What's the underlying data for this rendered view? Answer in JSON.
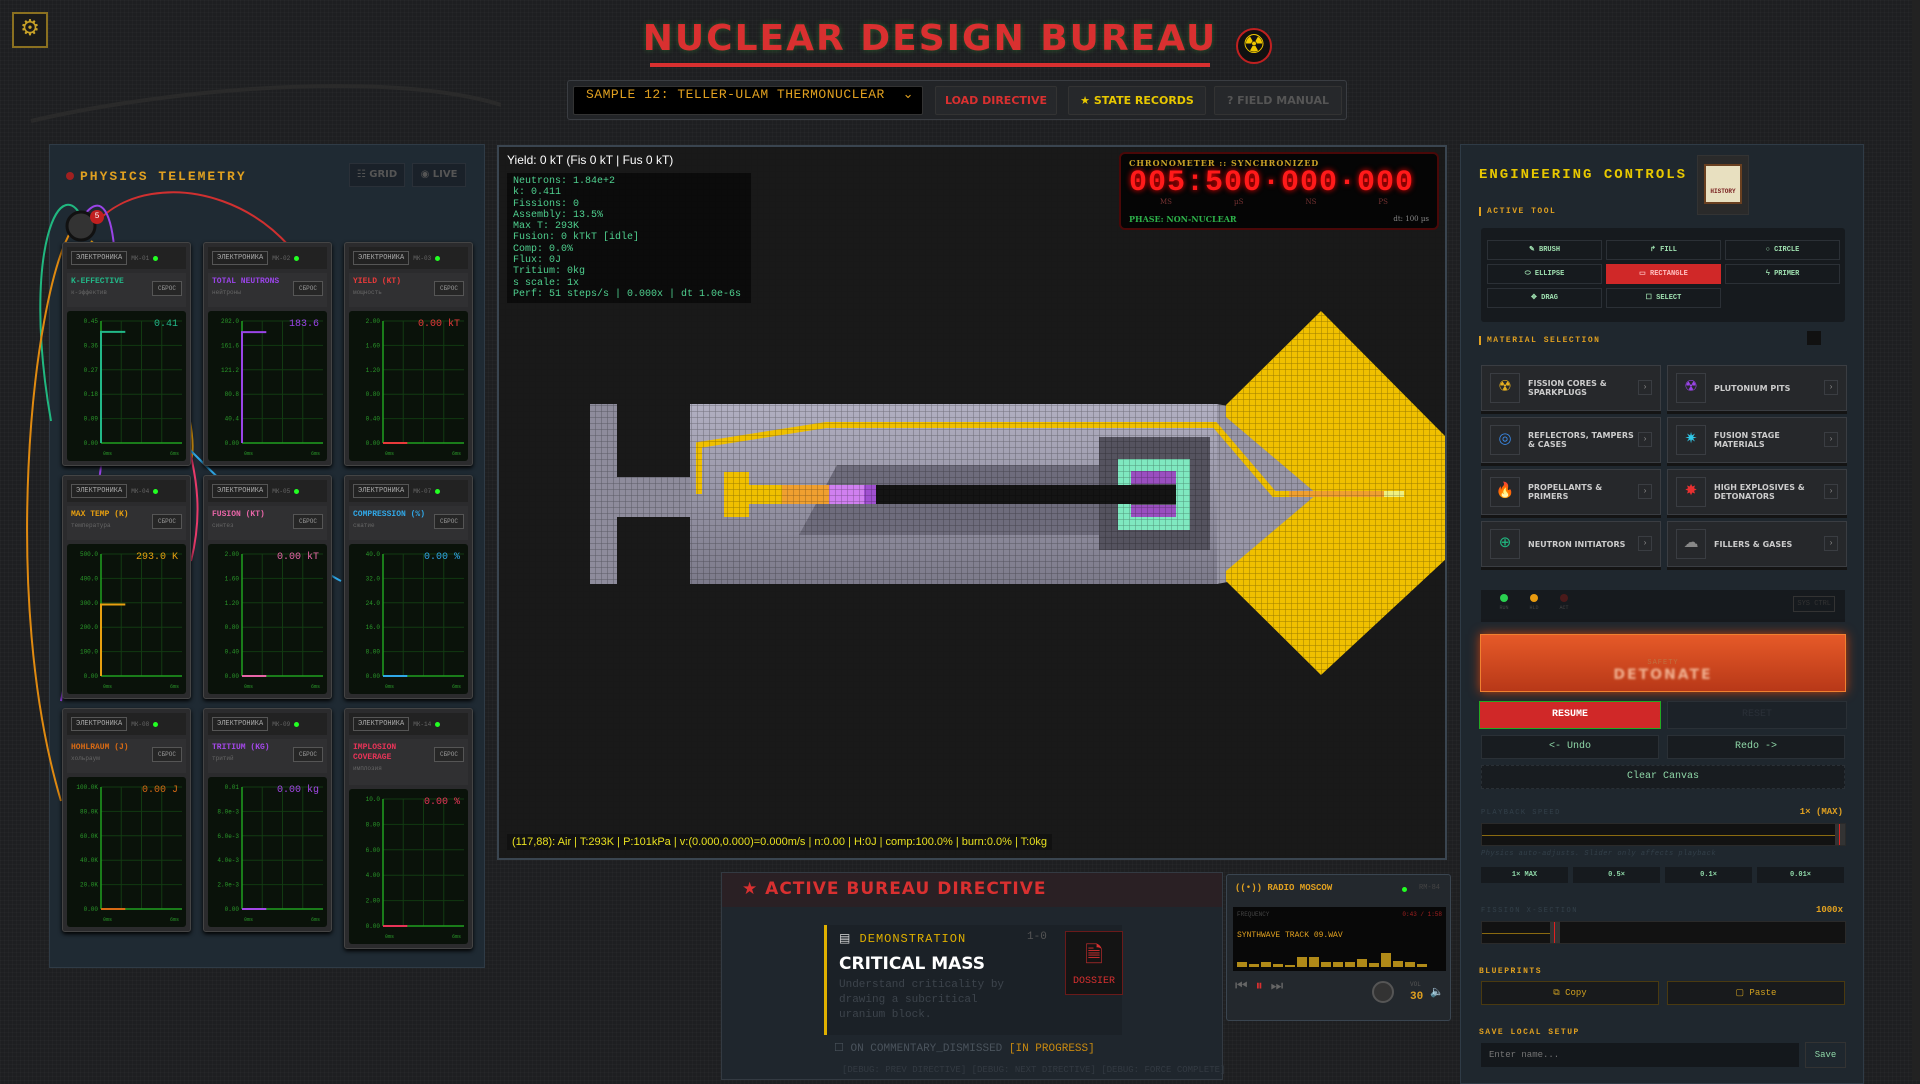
{
  "header": {
    "title": "NUCLEAR DESIGN BUREAU",
    "settings_icon": "gear-icon",
    "logo_icon": "radiation-icon"
  },
  "toolbar": {
    "sample_select": "SAMPLE 12: TELLER-ULAM THERMONUCLEAR",
    "load_directive": "LOAD DIRECTIVE",
    "state_records": "★ STATE RECORDS",
    "field_manual": "? FIELD MANUAL"
  },
  "telemetry": {
    "title": "PHYSICS TELEMETRY",
    "grid_label": "☷ GRID",
    "live_label": "◉ LIVE",
    "knob_badge": "5",
    "modules": [
      {
        "brand": "ЭЛЕКТРОНИКА",
        "model": "МК-01",
        "title": "K-EFFECTIVE",
        "sub": "к-эффектив",
        "reset": "СБРОС",
        "value": "0.41",
        "color": "#22b888",
        "ticks": [
          "0.45",
          "0.36",
          "0.27",
          "0.18",
          "0.09",
          "0.00"
        ],
        "level": 0.41,
        "ymax": 0.45,
        "x0": "0ms",
        "x1": "6ms"
      },
      {
        "brand": "ЭЛЕКТРОНИКА",
        "model": "МК-02",
        "title": "TOTAL NEUTRONS",
        "sub": "нейтроны",
        "reset": "СБРОС",
        "value": "183.6",
        "color": "#9a44e8",
        "ticks": [
          "202.0",
          "161.6",
          "121.2",
          "80.8",
          "40.4",
          "0.00"
        ],
        "level": 183.6,
        "ymax": 202.0,
        "x0": "0ms",
        "x1": "6ms"
      },
      {
        "brand": "ЭЛЕКТРОНИКА",
        "model": "МК-03",
        "title": "YIELD (KT)",
        "sub": "мощность",
        "reset": "СБРОС",
        "value": "0.00 kT",
        "color": "#e83a3a",
        "ticks": [
          "2.00",
          "1.60",
          "1.20",
          "0.80",
          "0.40",
          "0.00"
        ],
        "level": 0,
        "ymax": 2.0,
        "x0": "0ms",
        "x1": "6ms"
      },
      {
        "brand": "ЭЛЕКТРОНИКА",
        "model": "МК-04",
        "title": "MAX TEMP (K)",
        "sub": "температура",
        "reset": "СБРОС",
        "value": "293.0 K",
        "color": "#e8a010",
        "ticks": [
          "500.0",
          "400.0",
          "300.0",
          "200.0",
          "100.0",
          "0.00"
        ],
        "level": 293.0,
        "ymax": 500.0,
        "x0": "0ms",
        "x1": "6ms"
      },
      {
        "brand": "ЭЛЕКТРОНИКА",
        "model": "МК-05",
        "title": "FUSION (KT)",
        "sub": "синтез",
        "reset": "СБРОС",
        "value": "0.00 kT",
        "color": "#e866a8",
        "ticks": [
          "2.00",
          "1.60",
          "1.20",
          "0.80",
          "0.40",
          "0.00"
        ],
        "level": 0,
        "ymax": 2.0,
        "x0": "0ms",
        "x1": "6ms"
      },
      {
        "brand": "ЭЛЕКТРОНИКА",
        "model": "МК-07",
        "title": "COMPRESSION (%)",
        "sub": "сжатие",
        "reset": "СБРОС",
        "value": "0.00 %",
        "color": "#30a8e8",
        "ticks": [
          "40.0",
          "32.0",
          "24.0",
          "16.0",
          "8.00",
          "0.00"
        ],
        "level": 0,
        "ymax": 40.0,
        "x0": "0ms",
        "x1": "6ms"
      },
      {
        "brand": "ЭЛЕКТРОНИКА",
        "model": "МК-08",
        "title": "HOHLRAUM (J)",
        "sub": "хольраум",
        "reset": "СБРОС",
        "value": "0.00 J",
        "color": "#d86a14",
        "ticks": [
          "100.0K",
          "80.0K",
          "60.0K",
          "40.0K",
          "20.0K",
          "0.00"
        ],
        "level": 0,
        "ymax": 100000,
        "x0": "0ms",
        "x1": "6ms"
      },
      {
        "brand": "ЭЛЕКТРОНИКА",
        "model": "МК-09",
        "title": "TRITIUM (KG)",
        "sub": "тритий",
        "reset": "СБРОС",
        "value": "0.00 kg",
        "color": "#a448e8",
        "ticks": [
          "0.01",
          "8.0e-3",
          "6.0e-3",
          "4.0e-3",
          "2.0e-3",
          "0.00"
        ],
        "level": 0,
        "ymax": 0.01,
        "x0": "0ms",
        "x1": "6ms"
      },
      {
        "brand": "ЭЛЕКТРОНИКА",
        "model": "МК-14",
        "title": "IMPLOSION COVERAGE",
        "sub": "имплозия",
        "reset": "СБРОС",
        "value": "0.00 %",
        "color": "#e83458",
        "ticks": [
          "10.0",
          "8.00",
          "6.00",
          "4.00",
          "2.00",
          "0.00"
        ],
        "level": 0,
        "ymax": 10.0,
        "x0": "0ms",
        "x1": "6ms"
      }
    ]
  },
  "simulation": {
    "yield": "Yield: 0 kT (Fis 0 kT | Fus 0 kT)",
    "stats": [
      "Neutrons: 1.84e+2",
      "k: 0.411",
      "Fissions: 0",
      "Assembly: 13.5%",
      "Max T: 293K",
      "Fusion: 0 kTkT [idle]",
      "Comp: 0.0%",
      "Flux: 0J",
      "Tritium: 0kg",
      "s scale: 1x",
      "Perf: 51 steps/s | 0.000x | dt 1.0e-6s"
    ],
    "cell_info": "(117,88): Air | T:293K | P:101kPa | v:(0.000,0.000)=0.000m/s | n:0.00 | H:0J | comp:100.0% | burn:0.0% | T:0kg",
    "chronometer": {
      "title": "CHRONOMETER :: SYNCHRONIZED",
      "digits": "005:500·000·000",
      "units": [
        "MS",
        "µS",
        "NS",
        "PS"
      ],
      "phase": "PHASE: NON-NUCLEAR",
      "dt": "dt: 100 µs"
    },
    "material_colors": {
      "casing": "#a9a7b8",
      "casing_dark": "#6e6c7c",
      "explosive": "#f0c000",
      "uranium": "#f0a030",
      "plutonium": "#d080f0",
      "lithium": "#7fe8c0"
    }
  },
  "directive": {
    "header": "★ ACTIVE BUREAU DIRECTIVE",
    "category": "DEMONSTRATION",
    "number": "1-0",
    "title": "CRITICAL MASS",
    "description": "Understand criticality by drawing a subcritical uranium block.",
    "dossier": "DOSSIER",
    "status_prefix": "☐ ON COMMENTARY_DISMISSED",
    "status": "[IN PROGRESS]",
    "debug": "[DEBUG: PREV DIRECTIVE] [DEBUG: NEXT DIRECTIVE] [DEBUG: FORCE COMPLETE]"
  },
  "radio": {
    "title": "((•)) RADIO MOSCOW",
    "model": "RM-84",
    "frequency": "FREQUENCY",
    "time": "0:43 / 1:58",
    "track": "SYNTHWAVE TRACK 09.WAV",
    "volume_label": "VOL",
    "volume": "30",
    "eq": [
      0.3,
      0.2,
      0.3,
      0.2,
      0.15,
      0.6,
      0.6,
      0.3,
      0.3,
      0.3,
      0.5,
      0.25,
      0.9,
      0.4,
      0.3,
      0.2
    ]
  },
  "engineering": {
    "title": "ENGINEERING CONTROLS",
    "history": "HISTORY",
    "active_tool_label": "ACTIVE TOOL",
    "tools": [
      {
        "label": "BRUSH",
        "icon": "brush-icon",
        "glyph": "✎"
      },
      {
        "label": "FILL",
        "icon": "fill-icon",
        "glyph": "↱"
      },
      {
        "label": "CIRCLE",
        "icon": "circle-icon",
        "glyph": "○"
      },
      {
        "label": "ELLIPSE",
        "icon": "ellipse-icon",
        "glyph": "⬭"
      },
      {
        "label": "RECTANGLE",
        "icon": "rectangle-icon",
        "glyph": "▭",
        "active": true
      },
      {
        "label": "PRIMER",
        "icon": "lightning-icon",
        "glyph": "ϟ"
      },
      {
        "label": "DRAG",
        "icon": "move-icon",
        "glyph": "✥"
      },
      {
        "label": "SELECT",
        "icon": "select-icon",
        "glyph": "☐"
      }
    ],
    "material_label": "MATERIAL SELECTION",
    "materials": [
      {
        "label": "FISSION CORES & SPARKPLUGS",
        "glyph": "☢",
        "color": "#e8b020",
        "icon": "radiation-icon"
      },
      {
        "label": "PLUTONIUM PITS",
        "glyph": "☢",
        "color": "#9a44e8",
        "icon": "radiation-icon"
      },
      {
        "label": "REFLECTORS, TAMPERS & CASES",
        "glyph": "◎",
        "color": "#3a8ae8",
        "icon": "target-rings-icon"
      },
      {
        "label": "FUSION STAGE MATERIALS",
        "glyph": "✷",
        "color": "#30c8e8",
        "icon": "starburst-icon"
      },
      {
        "label": "PROPELLANTS & PRIMERS",
        "glyph": "🔥",
        "color": "#e86a20",
        "icon": "flame-icon"
      },
      {
        "label": "HIGH EXPLOSIVES & DETONATORS",
        "glyph": "✸",
        "color": "#e83030",
        "icon": "explosion-icon"
      },
      {
        "label": "NEUTRON INITIATORS",
        "glyph": "⊕",
        "color": "#20b880",
        "icon": "crosshair-icon"
      },
      {
        "label": "FILLERS & GASES",
        "glyph": "☁",
        "color": "#888",
        "icon": "cloud-icon"
      }
    ],
    "leds": [
      {
        "label": "RUN",
        "color": "#2ad050"
      },
      {
        "label": "HLD",
        "color": "#e89a10"
      },
      {
        "label": "ACT",
        "color": "#4a1a1a"
      }
    ],
    "sys_ctrl": "SYS CTRL",
    "safety": "SAFETY",
    "detonate": "DETONATE",
    "resume": "RESUME",
    "reset": "RESET",
    "undo": "<- Undo",
    "redo": "Redo ->",
    "clear": "Clear Canvas",
    "playback_label": "PLAYBACK SPEED",
    "playback_value": "1× (MAX)",
    "playback_fraction": 1.0,
    "playback_hint": "Physics auto-adjusts. Slider only affects playback",
    "speeds": [
      "1× MAX",
      "0.5×",
      "0.1×",
      "0.01×"
    ],
    "xsection_label": "FISSION X-SECTION",
    "xsection_value": "1000x",
    "xsection_fraction": 0.2,
    "blueprints_label": "BLUEPRINTS",
    "copy": "⧉ Copy",
    "paste": "▢ Paste",
    "save_label": "SAVE LOCAL SETUP",
    "name_placeholder": "Enter name...",
    "save": "Save"
  }
}
